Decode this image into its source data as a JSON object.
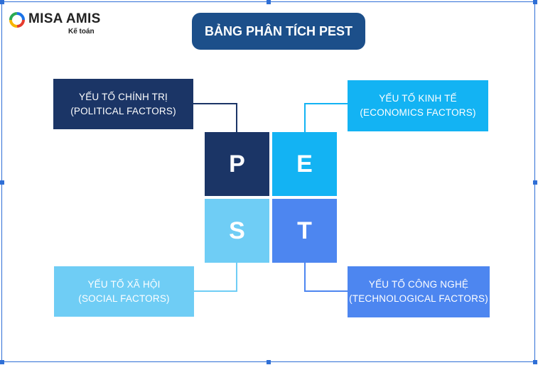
{
  "logo": {
    "name": "MISA AMIS",
    "subtitle": "Kế toán"
  },
  "title": "BẢNG PHÂN TÍCH PEST",
  "factors": {
    "political": {
      "line1": "YẾU TỐ CHÍNH TRỊ",
      "line2": "(POLITICAL FACTORS)",
      "letter": "P",
      "color": "#1b3566"
    },
    "economic": {
      "line1": "YẾU TỐ KINH TẾ",
      "line2": "(ECONOMICS FACTORS)",
      "letter": "E",
      "color": "#13b3f3"
    },
    "social": {
      "line1": "YẾU TỐ XÃ HỘI",
      "line2": "(SOCIAL FACTORS)",
      "letter": "S",
      "color": "#6fcdf5"
    },
    "technological": {
      "line1": "YẾU TỐ CÔNG NGHỆ",
      "line2": "(TECHNOLOGICAL FACTORS)",
      "letter": "T",
      "color": "#4d86f0"
    }
  },
  "frame_color": "#2f6fd6",
  "title_color": "#1c4f8a"
}
